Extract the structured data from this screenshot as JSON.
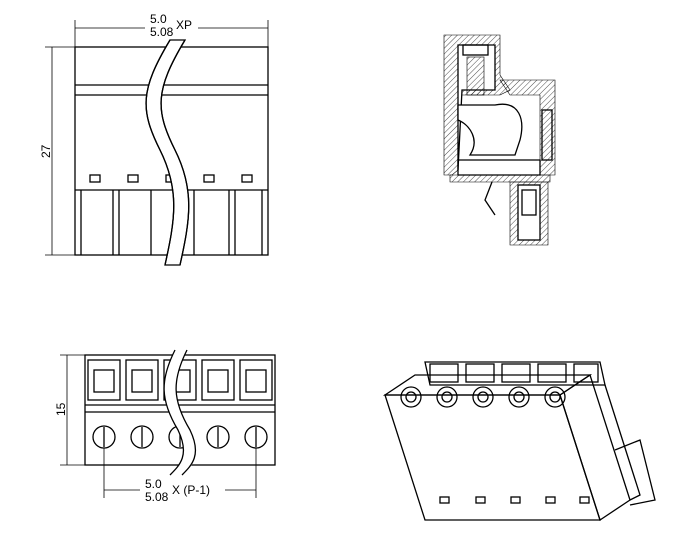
{
  "drawing": {
    "front_view": {
      "pitch_label_a": "5.0",
      "pitch_label_b": "5.08",
      "pitch_suffix": "XP",
      "height_label": "27"
    },
    "bottom_view": {
      "pitch_label_a": "5.0",
      "pitch_label_b": "5.08",
      "pitch_suffix": "X (P-1)",
      "height_label": "15"
    },
    "pole_count": 5
  }
}
